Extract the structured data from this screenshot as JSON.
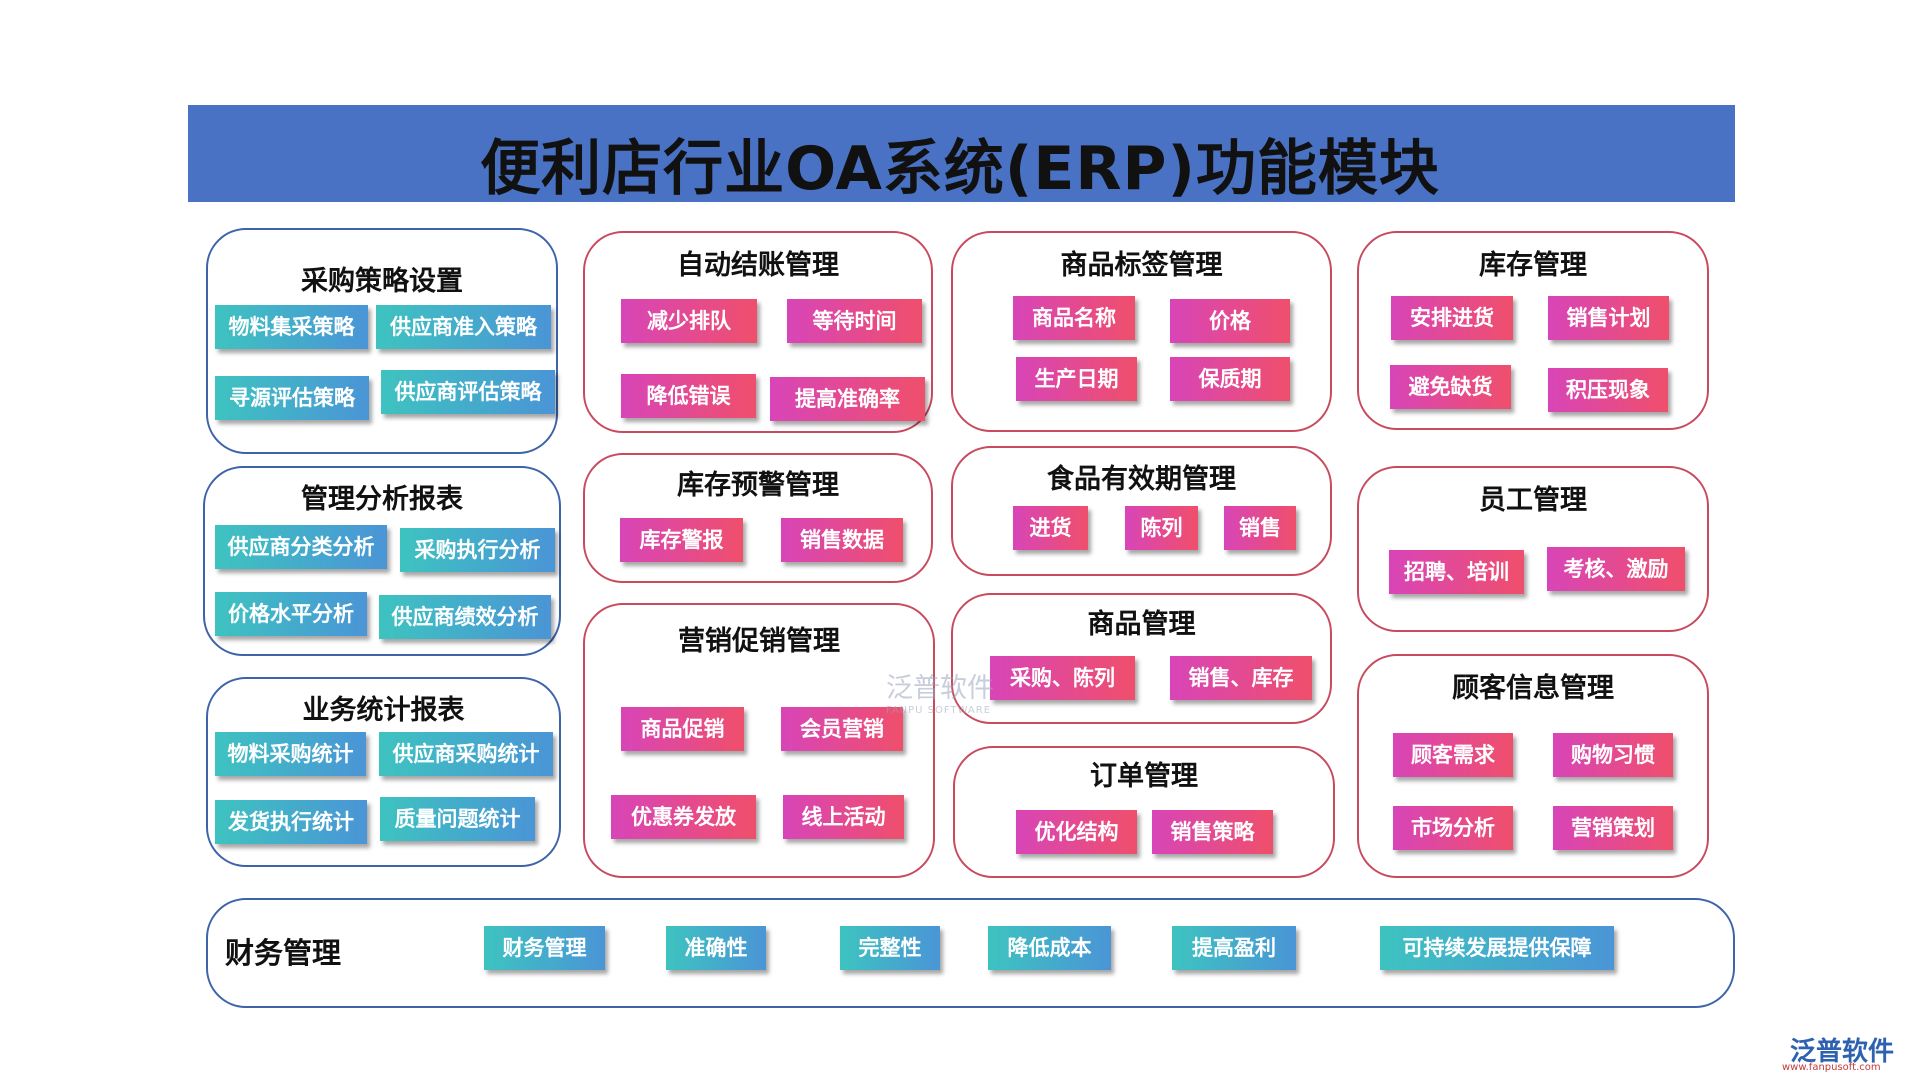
{
  "title": "便利店行业OA系统(ERP)功能模块",
  "modules": [
    {
      "title": "采购策略设置",
      "tags": [
        "物料集采策略",
        "供应商准入策略",
        "寻源评估策略",
        "供应商评估策略"
      ]
    },
    {
      "title": "管理分析报表",
      "tags": [
        "供应商分类分析",
        "采购执行分析",
        "价格水平分析",
        "供应商绩效分析"
      ]
    },
    {
      "title": "业务统计报表",
      "tags": [
        "物料采购统计",
        "供应商采购统计",
        "发货执行统计",
        "质量问题统计"
      ]
    },
    {
      "title": "自动结账管理",
      "tags": [
        "减少排队",
        "等待时间",
        "降低错误",
        "提高准确率"
      ]
    },
    {
      "title": "库存预警管理",
      "tags": [
        "库存警报",
        "销售数据"
      ]
    },
    {
      "title": "营销促销管理",
      "tags": [
        "商品促销",
        "会员营销",
        "优惠券发放",
        "线上活动"
      ]
    },
    {
      "title": "商品标签管理",
      "tags": [
        "商品名称",
        "价格",
        "生产日期",
        "保质期"
      ]
    },
    {
      "title": "食品有效期管理",
      "tags": [
        "进货",
        "陈列",
        "销售"
      ]
    },
    {
      "title": "商品管理",
      "tags": [
        "采购、陈列",
        "销售、库存"
      ]
    },
    {
      "title": "订单管理",
      "tags": [
        "优化结构",
        "销售策略"
      ]
    },
    {
      "title": "库存管理",
      "tags": [
        "安排进货",
        "销售计划",
        "避免缺货",
        "积压现象"
      ]
    },
    {
      "title": "员工管理",
      "tags": [
        "招聘、培训",
        "考核、激励"
      ]
    },
    {
      "title": "顾客信息管理",
      "tags": [
        "顾客需求",
        "购物习惯",
        "市场分析",
        "营销策划"
      ]
    }
  ],
  "finance": {
    "label": "财务管理",
    "tags": [
      "财务管理",
      "准确性",
      "完整性",
      "降低成本",
      "提高盈利",
      "可持续发展提供保障"
    ]
  },
  "watermark": {
    "text": "泛普软件",
    "sub": "FANPU SOFTWARE"
  },
  "logo": {
    "text": "泛普软件",
    "url": "www.fanpusoft.com"
  },
  "colors": {
    "banner": "#4a72c4",
    "teal_tag": "#3ec3c0",
    "pink_tag": "#e24a8c",
    "blue_border": "#3d63a8",
    "red_border": "#c84a5e"
  }
}
